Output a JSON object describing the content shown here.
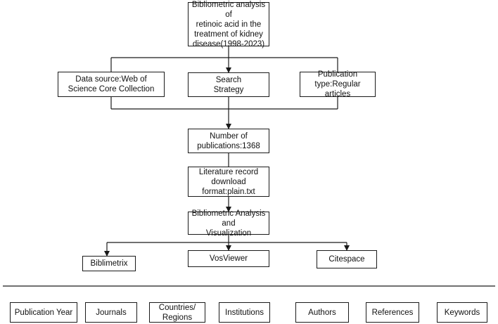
{
  "nodes": {
    "title": "Bibliometric analysis of\nretinoic acid in the\ntreatment of kidney\ndisease(1998-2023)",
    "data_source": "Data source:Web of\nScience Core Collection",
    "search_strategy": "Search\nStrategy",
    "publication_type": "Publication\ntype:Regular articles",
    "number_of_publications": "Number of\npublications:1368",
    "literature_record": "Literature record\ndownload\nformat:plain.txt",
    "analysis": "Bibliometric Analysis and\nVisualization",
    "biblimetrix": "Biblimetrix",
    "vosviewer": "VosViewer",
    "citespace": "Citespace"
  },
  "outputs": [
    "Publication Year",
    "Journals",
    "Countries/\nRegions",
    "Institutions",
    "Authors",
    "References",
    "Keywords"
  ],
  "colors": {
    "line": "#1a1a1a",
    "box_border": "#1a1a1a",
    "text": "#111111"
  }
}
